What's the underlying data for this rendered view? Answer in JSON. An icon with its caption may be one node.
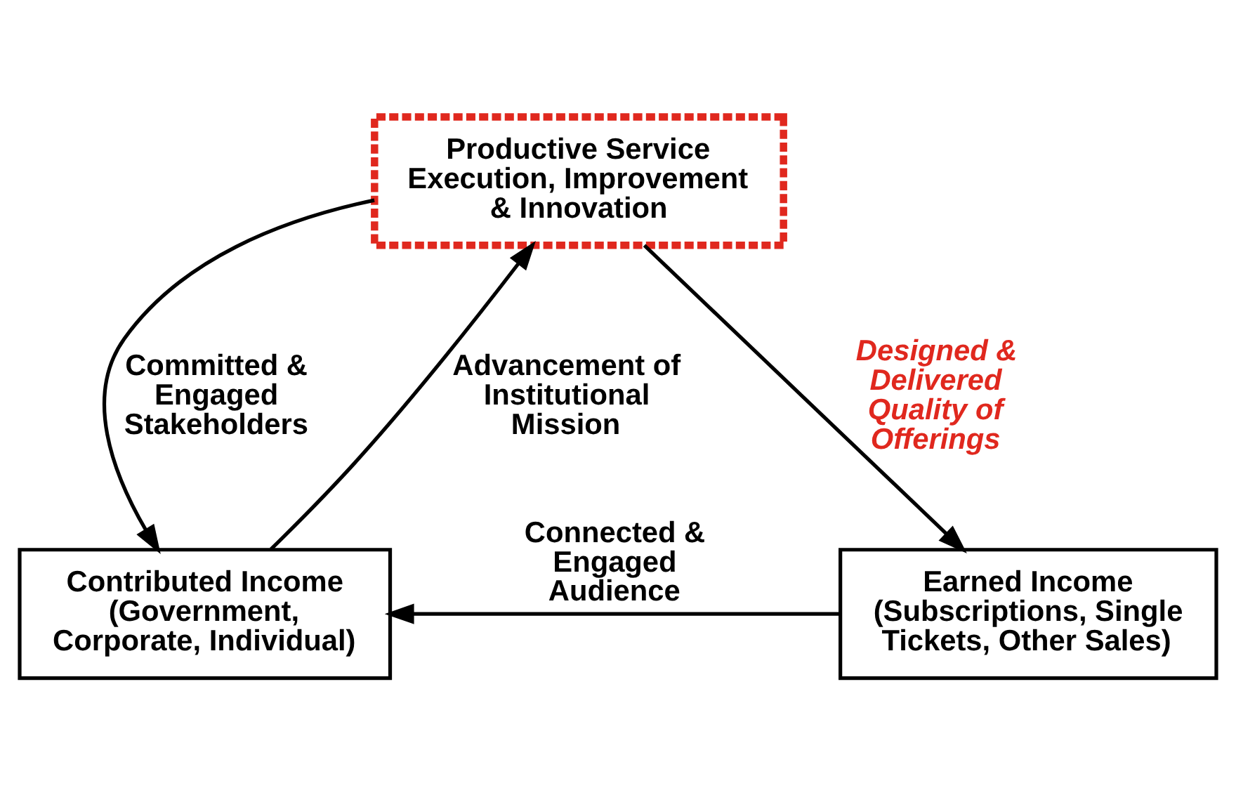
{
  "diagram": {
    "nodes": [
      {
        "text": [
          "Productive Service Execution, Improvement & Innovation"
        ]
      },
      {
        "text": [
          "Contributed Income (Government, Corporate, Individual)"
        ]
      },
      {
        "text": [
          "Earned Income (Subscriptions, Single Tickets, Other Sales)"
        ]
      }
    ],
    "edges": [
      {
        "from": 0,
        "to": 2,
        "arrow": "to",
        "label": "Designed & Delivered Quality of Offerings"
      },
      {
        "from": 2,
        "to": 1,
        "arrow": "to",
        "label": "Connected & Engaged Audience"
      },
      {
        "from": 1,
        "to": 0,
        "arrow": "to",
        "label": "Advancement of Institutional Mission"
      },
      {
        "from": 0,
        "to": 1,
        "arrow": "to",
        "label": "Committed & Engaged Stakeholders"
      }
    ]
  }
}
